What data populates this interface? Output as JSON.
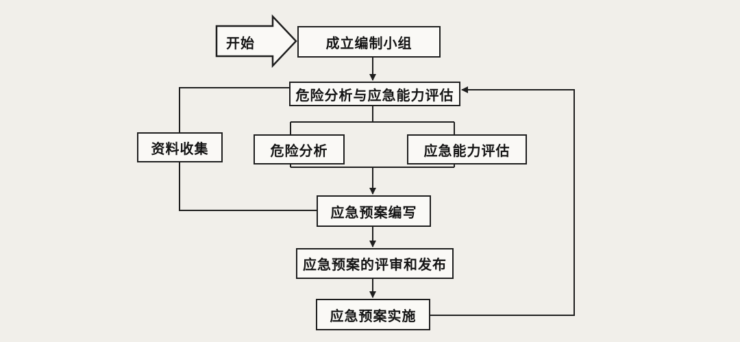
{
  "flowchart": {
    "start": "开始",
    "setup_team": "成立编制小组",
    "risk_and_capability_assessment": "危险分析与应急能力评估",
    "data_collection": "资料收集",
    "risk_analysis": "危险分析",
    "capability_assessment": "应急能力评估",
    "plan_writing": "应急预案编写",
    "plan_review_publish": "应急预案的评审和发布",
    "plan_implementation": "应急预案实施"
  },
  "colors": {
    "line": "#1e1e1e",
    "box_fill": "#faf9f6",
    "background": "#f1efea"
  }
}
